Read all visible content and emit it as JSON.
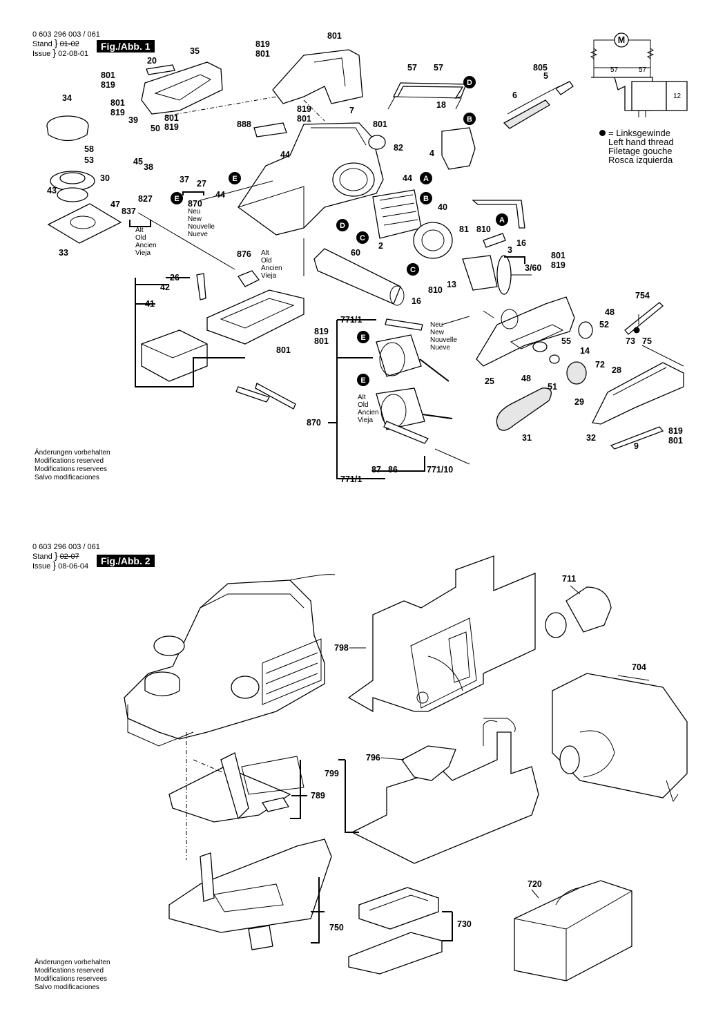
{
  "fig1": {
    "doc_number": "0 603 296 003 / 061",
    "stand_label": "Stand",
    "stand_value": "01-02",
    "issue_label": "Issue",
    "issue_value": "02-08-01",
    "title": "Fig./Abb. 1"
  },
  "fig2": {
    "doc_number": "0 603 296 003 / 061",
    "stand_label": "Stand",
    "stand_value": "02-07",
    "issue_label": "Issue",
    "issue_value": "08-06-04",
    "title": "Fig./Abb. 2"
  },
  "legend": {
    "lines": [
      "= Linksgewinde",
      "Left hand thread",
      "Filetage gouche",
      "Rosca izquierda"
    ]
  },
  "notes": [
    "Änderungen vorbehalten",
    "Modifications reserved",
    "Modifications reservees",
    "Salvo modificaciones"
  ],
  "circuit": {
    "motor_label": "M",
    "label_a": "57",
    "label_b": "57",
    "label_switch": "12"
  },
  "variant_new": [
    "Neu",
    "New",
    "Nouvelle",
    "Nueve"
  ],
  "variant_old": [
    "Alt",
    "Old",
    "Ancien",
    "Vieja"
  ],
  "callouts": {
    "c1": "A",
    "c2": "B",
    "c3": "C",
    "c4": "D",
    "c5": "E"
  },
  "parts_fig1": {
    "p801a": "801",
    "p819a": "819",
    "p801b": "801",
    "p35": "35",
    "p20": "20",
    "p801c": "801",
    "p819c": "819",
    "p57a": "57",
    "p57b": "57",
    "p805": "805",
    "p5": "5",
    "p34": "34",
    "p801d": "801",
    "p819d": "819",
    "p819e": "819",
    "p801e": "801",
    "p7": "7",
    "p6": "6",
    "p18": "18",
    "p39": "39",
    "p50": "50",
    "p801f": "801",
    "p819f": "819",
    "p888": "888",
    "p801g": "801",
    "p82": "82",
    "p58": "58",
    "p53": "53",
    "p45": "45",
    "p38": "38",
    "p44a": "44",
    "p4": "4",
    "p30": "30",
    "p37": "37",
    "p27": "27",
    "p44b": "44",
    "p44c": "44",
    "p43": "43",
    "p827": "827",
    "p870a": "870",
    "p47": "47",
    "p837": "837",
    "p40": "40",
    "p81": "81",
    "p810a": "810",
    "p16a": "16",
    "p33": "33",
    "p2": "2",
    "p3": "3",
    "p60": "60",
    "p876": "876",
    "p801h": "801",
    "p819h": "819",
    "p3_60": "3/60",
    "p26": "26",
    "p42": "42",
    "p810b": "810",
    "p13": "13",
    "p16b": "16",
    "p754": "754",
    "p41": "41",
    "p771a": "771/1",
    "p819i": "819",
    "p801i": "801",
    "p48a": "48",
    "p52": "52",
    "p801j": "801",
    "p55": "55",
    "p14": "14",
    "p73": "73",
    "p75": "75",
    "p72": "72",
    "p28": "28",
    "p25": "25",
    "p48b": "48",
    "p51": "51",
    "p29": "29",
    "p870b": "870",
    "p31": "31",
    "p32": "32",
    "p9": "9",
    "p819k": "819",
    "p801k": "801",
    "p87": "87",
    "p86": "86",
    "p771_10": "771/10",
    "p771b": "771/1"
  },
  "parts_fig2": {
    "p711": "711",
    "p798": "798",
    "p704": "704",
    "p796": "796",
    "p799": "799",
    "p789": "789",
    "p750": "750",
    "p720": "720",
    "p730": "730"
  }
}
